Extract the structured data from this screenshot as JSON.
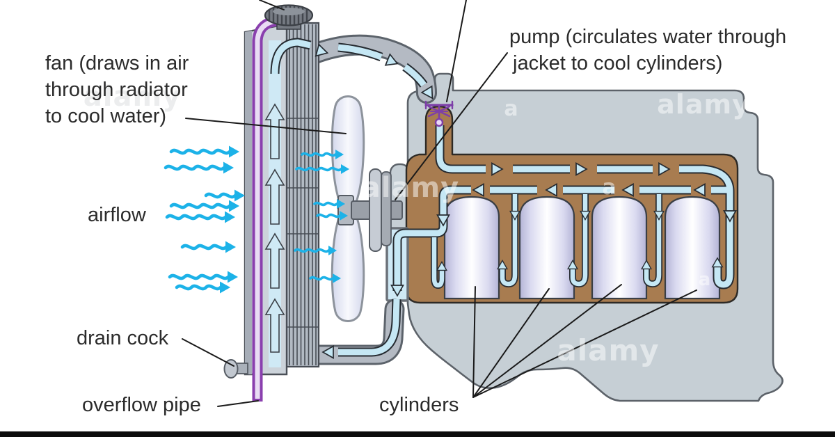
{
  "labels": {
    "fan_line1": "fan (draws in air",
    "fan_line2": "through radiator",
    "fan_line3": "to cool water)",
    "pump_line1": "pump (circulates water through",
    "pump_line2": "jacket to cool cylinders)",
    "airflow": "airflow",
    "drain_cock": "drain cock",
    "overflow_pipe": "overflow pipe",
    "cylinders": "cylinders"
  },
  "watermark": {
    "brand": "alamy",
    "mini": "a"
  },
  "diagram": {
    "cylinder_count": 4,
    "colors": {
      "airflow_arrows": "#1CB2E8",
      "coolant": "#C5E7F4",
      "water_jacket": "#A87C50",
      "engine_block": "#C6CFD5",
      "radiator_tank": "#CCD3DA",
      "overflow_pipe": "#8A3FAE",
      "cylinder": "#C9C9E6",
      "label_text": "#2B2B2B"
    }
  }
}
